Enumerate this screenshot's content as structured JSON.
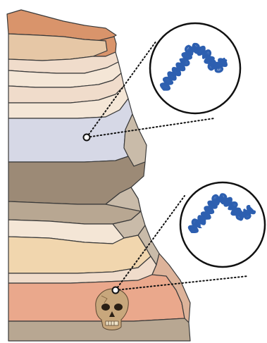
{
  "figure": {
    "background": "#ffffff",
    "stroke": "#3a3a3a",
    "layer_colors": {
      "rust": "#d9946b",
      "tan": "#e6c7a6",
      "peach": "#f0dccb",
      "cream": "#f4e6d6",
      "lavender": "#d6d8e6",
      "brown_dark": "#9c8a76",
      "brown_mid": "#b8a792",
      "gray_brown": "#c9bba9",
      "sand": "#f1d6ae",
      "salmon": "#eaa88c",
      "clay": "#ddb39a"
    },
    "dna_color": "#2d5fb0",
    "dna_highlight": "#ffffff",
    "callouts": [
      {
        "name": "dna-callout-upper",
        "content": "dna-strand"
      },
      {
        "name": "dna-callout-lower",
        "content": "dna-strand"
      }
    ],
    "sample_sites": [
      {
        "name": "sample-site-sediment",
        "stratum": "lavender"
      },
      {
        "name": "sample-site-fossil",
        "stratum": "salmon"
      }
    ],
    "fossil": {
      "name": "hominin-skull-icon",
      "color": "#c8a77c"
    }
  }
}
